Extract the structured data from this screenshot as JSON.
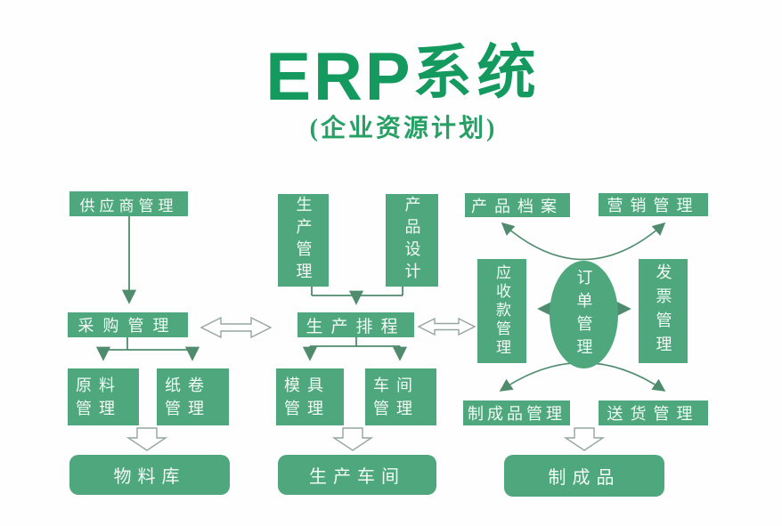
{
  "title": {
    "latin": "ERP",
    "cjk": "系统",
    "subtitle": "(企业资源计划)"
  },
  "nodes": {
    "supplier": "供应商管理",
    "purchase": "采购管理",
    "raw_material": "原料管理",
    "paper_roll": "纸卷管理",
    "material_warehouse": "物料库",
    "production_mgmt": "生产管理",
    "product_design": "产品设计",
    "scheduling": "生产排程",
    "mold": "模具管理",
    "workshop": "车间管理",
    "production_workshop": "生产车间",
    "product_archive": "产品档案",
    "marketing": "营销管理",
    "receivables": "应收款管理",
    "order": "订单管理",
    "invoice": "发票管理",
    "finished_mgmt": "制成品管理",
    "delivery": "送货管理",
    "finished_goods": "制成品"
  },
  "colors": {
    "node_fill": "#4fa87d",
    "title_green": "#149a5f",
    "subtitle_green": "#27a066",
    "connector_green": "#4e8c6d",
    "block_arrow_outline": "#95a69d",
    "node_text": "#f2faf5"
  },
  "edges": [
    {
      "from": "supplier",
      "to": "purchase",
      "style": "thin-arrow"
    },
    {
      "from": "purchase",
      "to": "raw_material",
      "style": "thin-arrow"
    },
    {
      "from": "purchase",
      "to": "paper_roll",
      "style": "thin-arrow"
    },
    {
      "from": "raw_material,paper_roll",
      "to": "material_warehouse",
      "style": "hollow-block-arrow-down"
    },
    {
      "from": "production_mgmt,product_design",
      "to": "scheduling",
      "style": "thin-arrow"
    },
    {
      "from": "scheduling",
      "to": "mold",
      "style": "thin-arrow"
    },
    {
      "from": "scheduling",
      "to": "workshop",
      "style": "thin-arrow"
    },
    {
      "from": "mold,workshop",
      "to": "production_workshop",
      "style": "hollow-block-arrow-down"
    },
    {
      "from": "purchase",
      "to": "scheduling",
      "style": "hollow-double-arrow"
    },
    {
      "from": "scheduling",
      "to": "receivables",
      "style": "hollow-double-arrow"
    },
    {
      "from": "order",
      "to": "receivables",
      "style": "thin-arrow"
    },
    {
      "from": "order",
      "to": "invoice",
      "style": "thin-arrow"
    },
    {
      "from": "order",
      "to": "product_archive",
      "style": "curved-arrow"
    },
    {
      "from": "order",
      "to": "marketing",
      "style": "curved-arrow"
    },
    {
      "from": "order",
      "to": "finished_mgmt",
      "style": "curved-arrow"
    },
    {
      "from": "order",
      "to": "delivery",
      "style": "curved-arrow"
    },
    {
      "from": "finished_mgmt,delivery",
      "to": "finished_goods",
      "style": "hollow-block-arrow-down"
    }
  ]
}
